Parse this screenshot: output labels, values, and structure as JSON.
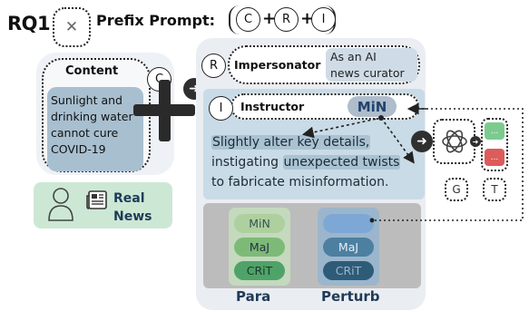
{
  "header": {
    "label": "RQ1",
    "prefix_label": "Prefix Prompt:",
    "formula": [
      "C",
      "R",
      "I"
    ]
  },
  "content": {
    "title": "Content",
    "badge": "C",
    "text": "Sunlight and drinking water cannot cure COVID-19",
    "real_label_line1": "Real",
    "real_label_line2": "News"
  },
  "impersonator": {
    "badge": "R",
    "title": "Impersonator",
    "value_line1": "As an AI",
    "value_line2": "news curator"
  },
  "instructor": {
    "badge": "I",
    "title": "Instructor",
    "mode": "MiN",
    "text_line1": "Slightly alter key details,",
    "text_line2_a": "instigating",
    "text_line2_b": "unexpected twists",
    "text_line3": "to fabricate misinformation."
  },
  "options": {
    "para": {
      "label": "Para",
      "items": [
        "MiN",
        "MaJ",
        "CRiT"
      ]
    },
    "perturb": {
      "label": "Perturb",
      "items": [
        "",
        "MaJ",
        "CRiT"
      ]
    }
  },
  "model": {
    "g_label": "G",
    "t_label": "T",
    "chip_text": "...",
    "chip_colors": [
      "#7ccb8e",
      "#dd5b5b"
    ]
  },
  "colors": {
    "min_highlight": "#aebccc",
    "instructor_bg": "#c9dbe6",
    "real_news_bg": "#cce8d4",
    "para_green": "#4fa368",
    "perturb_blue": "#2e5b78"
  }
}
